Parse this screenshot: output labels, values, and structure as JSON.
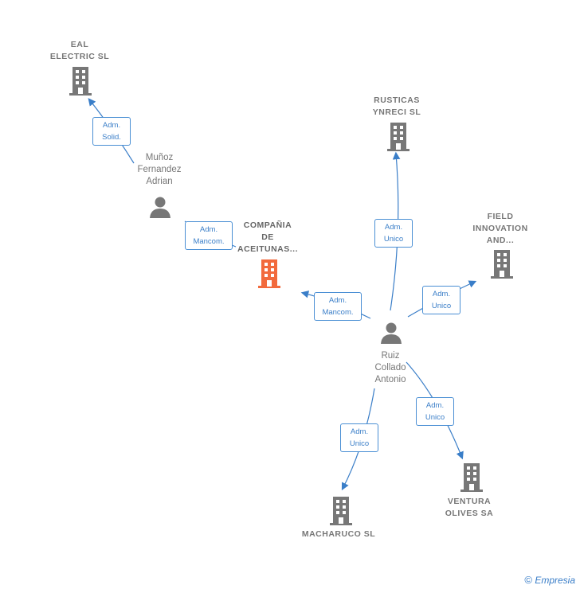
{
  "nodes": {
    "eal": {
      "label": [
        "EAL",
        "ELECTRIC  SL"
      ]
    },
    "munoz": {
      "label": [
        "Muñoz",
        "Fernandez",
        "Adrian"
      ]
    },
    "compania": {
      "label": [
        "COMPAÑIA",
        "DE",
        "ACEITUNAS..."
      ]
    },
    "rusticas": {
      "label": [
        "RUSTICAS",
        "YNRECI  SL"
      ]
    },
    "field": {
      "label": [
        "FIELD",
        "INNOVATION",
        "AND..."
      ]
    },
    "ruiz": {
      "label": [
        "Ruiz",
        "Collado",
        "Antonio"
      ]
    },
    "macharuco": {
      "label": [
        "MACHARUCO SL"
      ]
    },
    "ventura": {
      "label": [
        "VENTURA",
        "OLIVES SA"
      ]
    }
  },
  "edges": {
    "munoz_eal": [
      "Adm.",
      "Solid."
    ],
    "munoz_compania": [
      "Adm.",
      "Mancom."
    ],
    "ruiz_compania": [
      "Adm.",
      "Mancom."
    ],
    "ruiz_rusticas": [
      "Adm.",
      "Unico"
    ],
    "ruiz_field": [
      "Adm.",
      "Unico"
    ],
    "ruiz_macharuco": [
      "Adm.",
      "Unico"
    ],
    "ruiz_ventura": [
      "Adm.",
      "Unico"
    ]
  },
  "colors": {
    "edge": "#3a7ec8",
    "node": "#777777",
    "focus": "#f26a3d"
  },
  "footer": {
    "copyright": "©",
    "brand": "Empresia"
  }
}
